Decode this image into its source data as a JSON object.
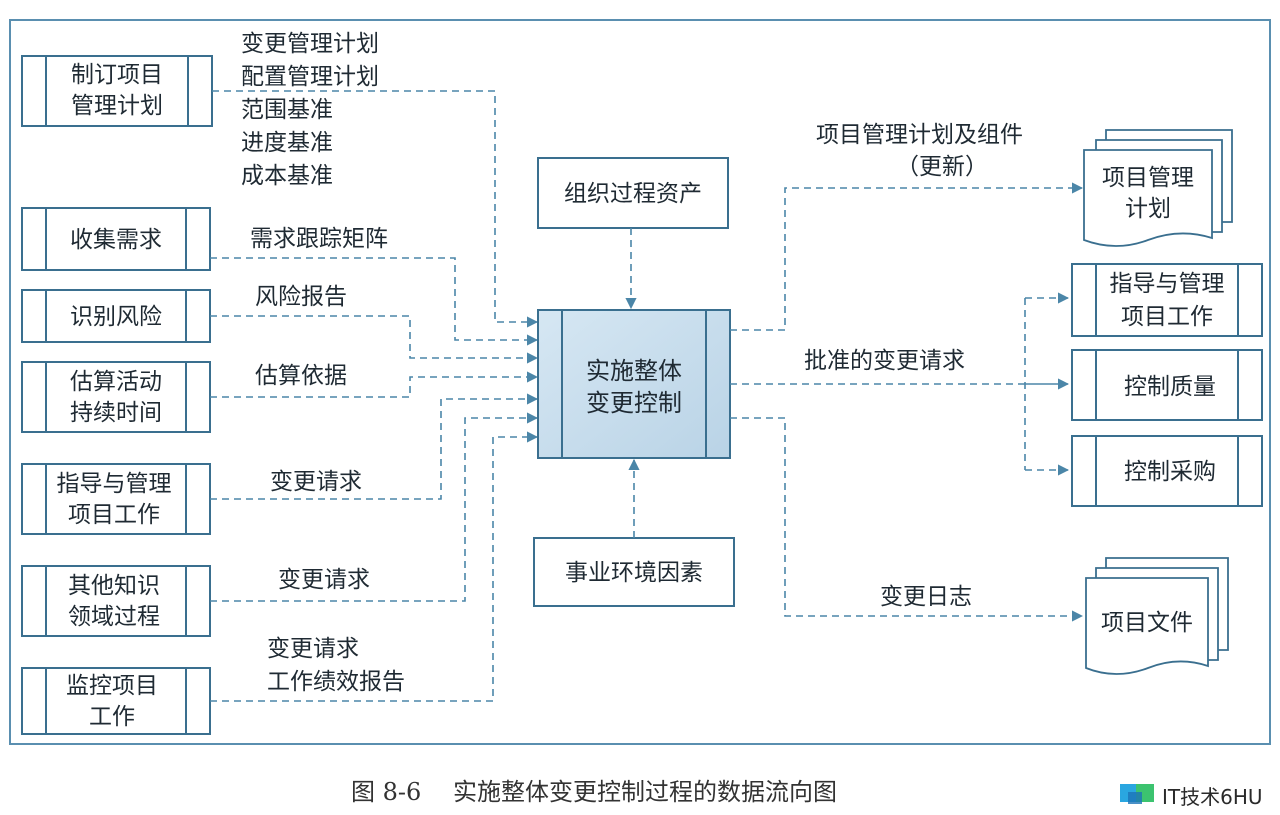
{
  "diagram": {
    "inputs": {
      "develop_plan": {
        "line1": "制订项目",
        "line2": "管理计划"
      },
      "collect_req": {
        "label": "收集需求"
      },
      "identify_risk": {
        "label": "识别风险"
      },
      "estimate_duration": {
        "line1": "估算活动",
        "line2": "持续时间"
      },
      "direct_manage": {
        "line1": "指导与管理",
        "line2": "项目工作"
      },
      "other_ka": {
        "line1": "其他知识",
        "line2": "领域过程"
      },
      "monitor_control": {
        "line1": "监控项目",
        "line2": "工作"
      }
    },
    "input_flows": {
      "plan_items": [
        "变更管理计划",
        "配置管理计划",
        "范围基准",
        "进度基准",
        "成本基准"
      ],
      "req_matrix": "需求跟踪矩阵",
      "risk_report": "风险报告",
      "basis_estimates": "估算依据",
      "change_req_1": "变更请求",
      "change_req_2": "变更请求",
      "monitor_items": [
        "变更请求",
        "工作绩效报告"
      ]
    },
    "center": {
      "line1": "实施整体",
      "line2": "变更控制"
    },
    "top_input": "组织过程资产",
    "bottom_input": "事业环境因素",
    "outputs": {
      "pm_plan_label": {
        "line1": "项目管理计划及组件",
        "line2": "（更新）"
      },
      "pm_plan_doc": {
        "line1": "项目管理",
        "line2": "计划"
      },
      "approved_cr_label": "批准的变更请求",
      "direct_manage": {
        "line1": "指导与管理",
        "line2": "项目工作"
      },
      "control_quality": "控制质量",
      "control_procurement": "控制采购",
      "change_log_label": "变更日志",
      "project_docs": "项目文件"
    },
    "caption": {
      "figure_no": "图 8-6",
      "title": "实施整体变更控制过程的数据流向图"
    },
    "watermark": "IT技术6HU"
  }
}
